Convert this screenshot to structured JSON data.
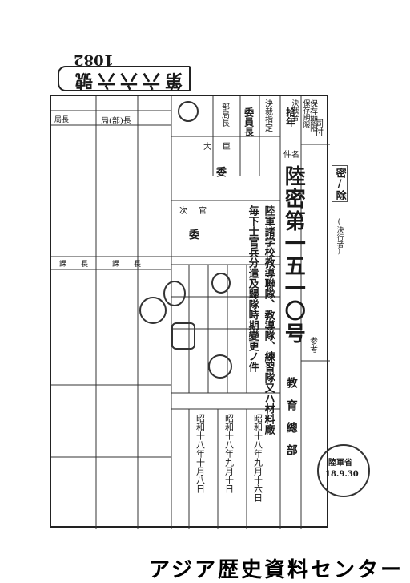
{
  "document": {
    "ref_number": "1082",
    "banner": "第六六六號",
    "confidentiality": "密",
    "confidentiality_label": "密/除",
    "kind": "決行者",
    "subject_lines": [
      "陸軍諸学校教導聯隊、教導隊、練習隊又ハ材料廠",
      "毎下士官兵分遣及歸隊時期變更ノ件"
    ],
    "register_number": "陸密第一五一〇号",
    "issuer_lines": [
      "教育總部"
    ],
    "dates": [
      "昭和十八年九月十六日",
      "昭和十八年九月十日",
      "昭和十八年十月八日"
    ],
    "stamp_text": [
      "陸軍省",
      "18.9.30"
    ],
    "corner_marks": [
      "(決行者)"
    ],
    "column_headers": {
      "retention": "保存期限",
      "retention_value": "拾年",
      "decision": "決裁指定",
      "committee": "委員長",
      "routing": "部局長",
      "subject_header": "件名",
      "minister": "大臣",
      "vice": "次官",
      "committee_seal": "委",
      "section_chief": "課長",
      "bureau_chief": "局長",
      "bureau": "局(部)長",
      "note": "参考"
    },
    "side_labels": [
      "同付",
      "保存期限",
      "決裁者"
    ]
  },
  "footer": {
    "text": "アジア歴史資料センター"
  }
}
